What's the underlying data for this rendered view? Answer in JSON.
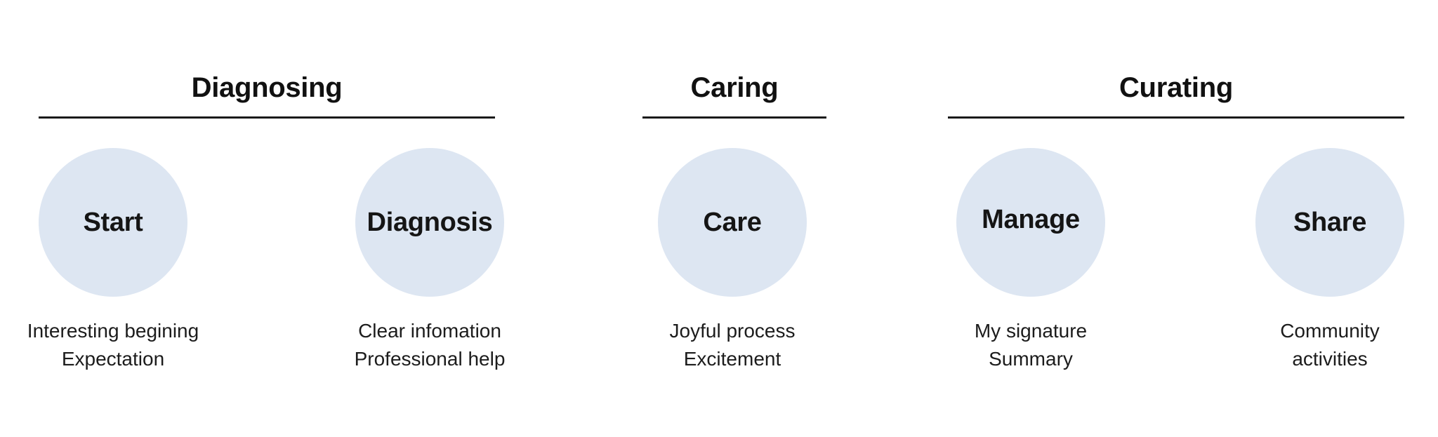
{
  "colors": {
    "circle_fill": "#dde6f2",
    "rule": "#1a1a1a",
    "text": "#111111"
  },
  "groups": [
    {
      "title": "Diagnosing"
    },
    {
      "title": "Caring"
    },
    {
      "title": "Curating"
    }
  ],
  "stages": [
    {
      "label": "Start",
      "lines": [
        "Interesting begining",
        "Expectation"
      ]
    },
    {
      "label": "Diagnosis",
      "lines": [
        "Clear infomation",
        "Professional help"
      ]
    },
    {
      "label": "Care",
      "lines": [
        "Joyful process",
        "Excitement"
      ]
    },
    {
      "label": "Manage",
      "lines": [
        "My signature",
        "Summary"
      ]
    },
    {
      "label": "Share",
      "lines": [
        "Community",
        "activities"
      ]
    }
  ]
}
